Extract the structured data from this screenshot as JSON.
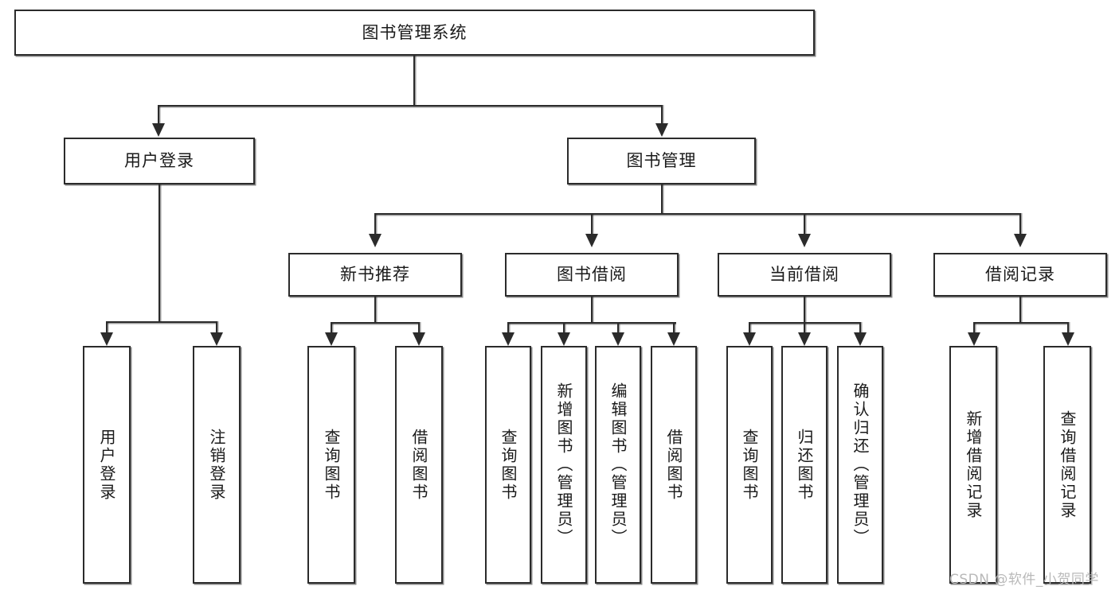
{
  "diagram": {
    "type": "tree-hierarchy-functional-structure",
    "title": "图书管理系统",
    "orientation": "top-down",
    "colors": {
      "box_border": "#2b2b2b",
      "box_fill": "#ffffff",
      "connector": "#2b2b2b",
      "text": "#1a1a1a",
      "watermark": "#b9b9b9",
      "background": "#ffffff"
    }
  },
  "root": {
    "label": "图书管理系统"
  },
  "tier1": [
    {
      "label": "用户登录"
    },
    {
      "label": "图书管理"
    }
  ],
  "tier2": [
    {
      "label": "新书推荐"
    },
    {
      "label": "图书借阅"
    },
    {
      "label": "当前借阅"
    },
    {
      "label": "借阅记录"
    }
  ],
  "leaves": {
    "user_login": [
      {
        "label": "用户登录"
      },
      {
        "label": "注销登录"
      }
    ],
    "new_book_recommend": [
      {
        "label": "查询图书"
      },
      {
        "label": "借阅图书"
      }
    ],
    "book_borrow": [
      {
        "label": "查询图书"
      },
      {
        "label": "新增图书（管理员）"
      },
      {
        "label": "编辑图书（管理员）"
      },
      {
        "label": "借阅图书"
      }
    ],
    "current_borrow": [
      {
        "label": "查询图书"
      },
      {
        "label": "归还图书"
      },
      {
        "label": "确认归还（管理员）"
      }
    ],
    "borrow_record": [
      {
        "label": "新增借阅记录"
      },
      {
        "label": "查询借阅记录"
      }
    ]
  },
  "watermark": {
    "text": "CSDN @软件_小贺同学"
  }
}
